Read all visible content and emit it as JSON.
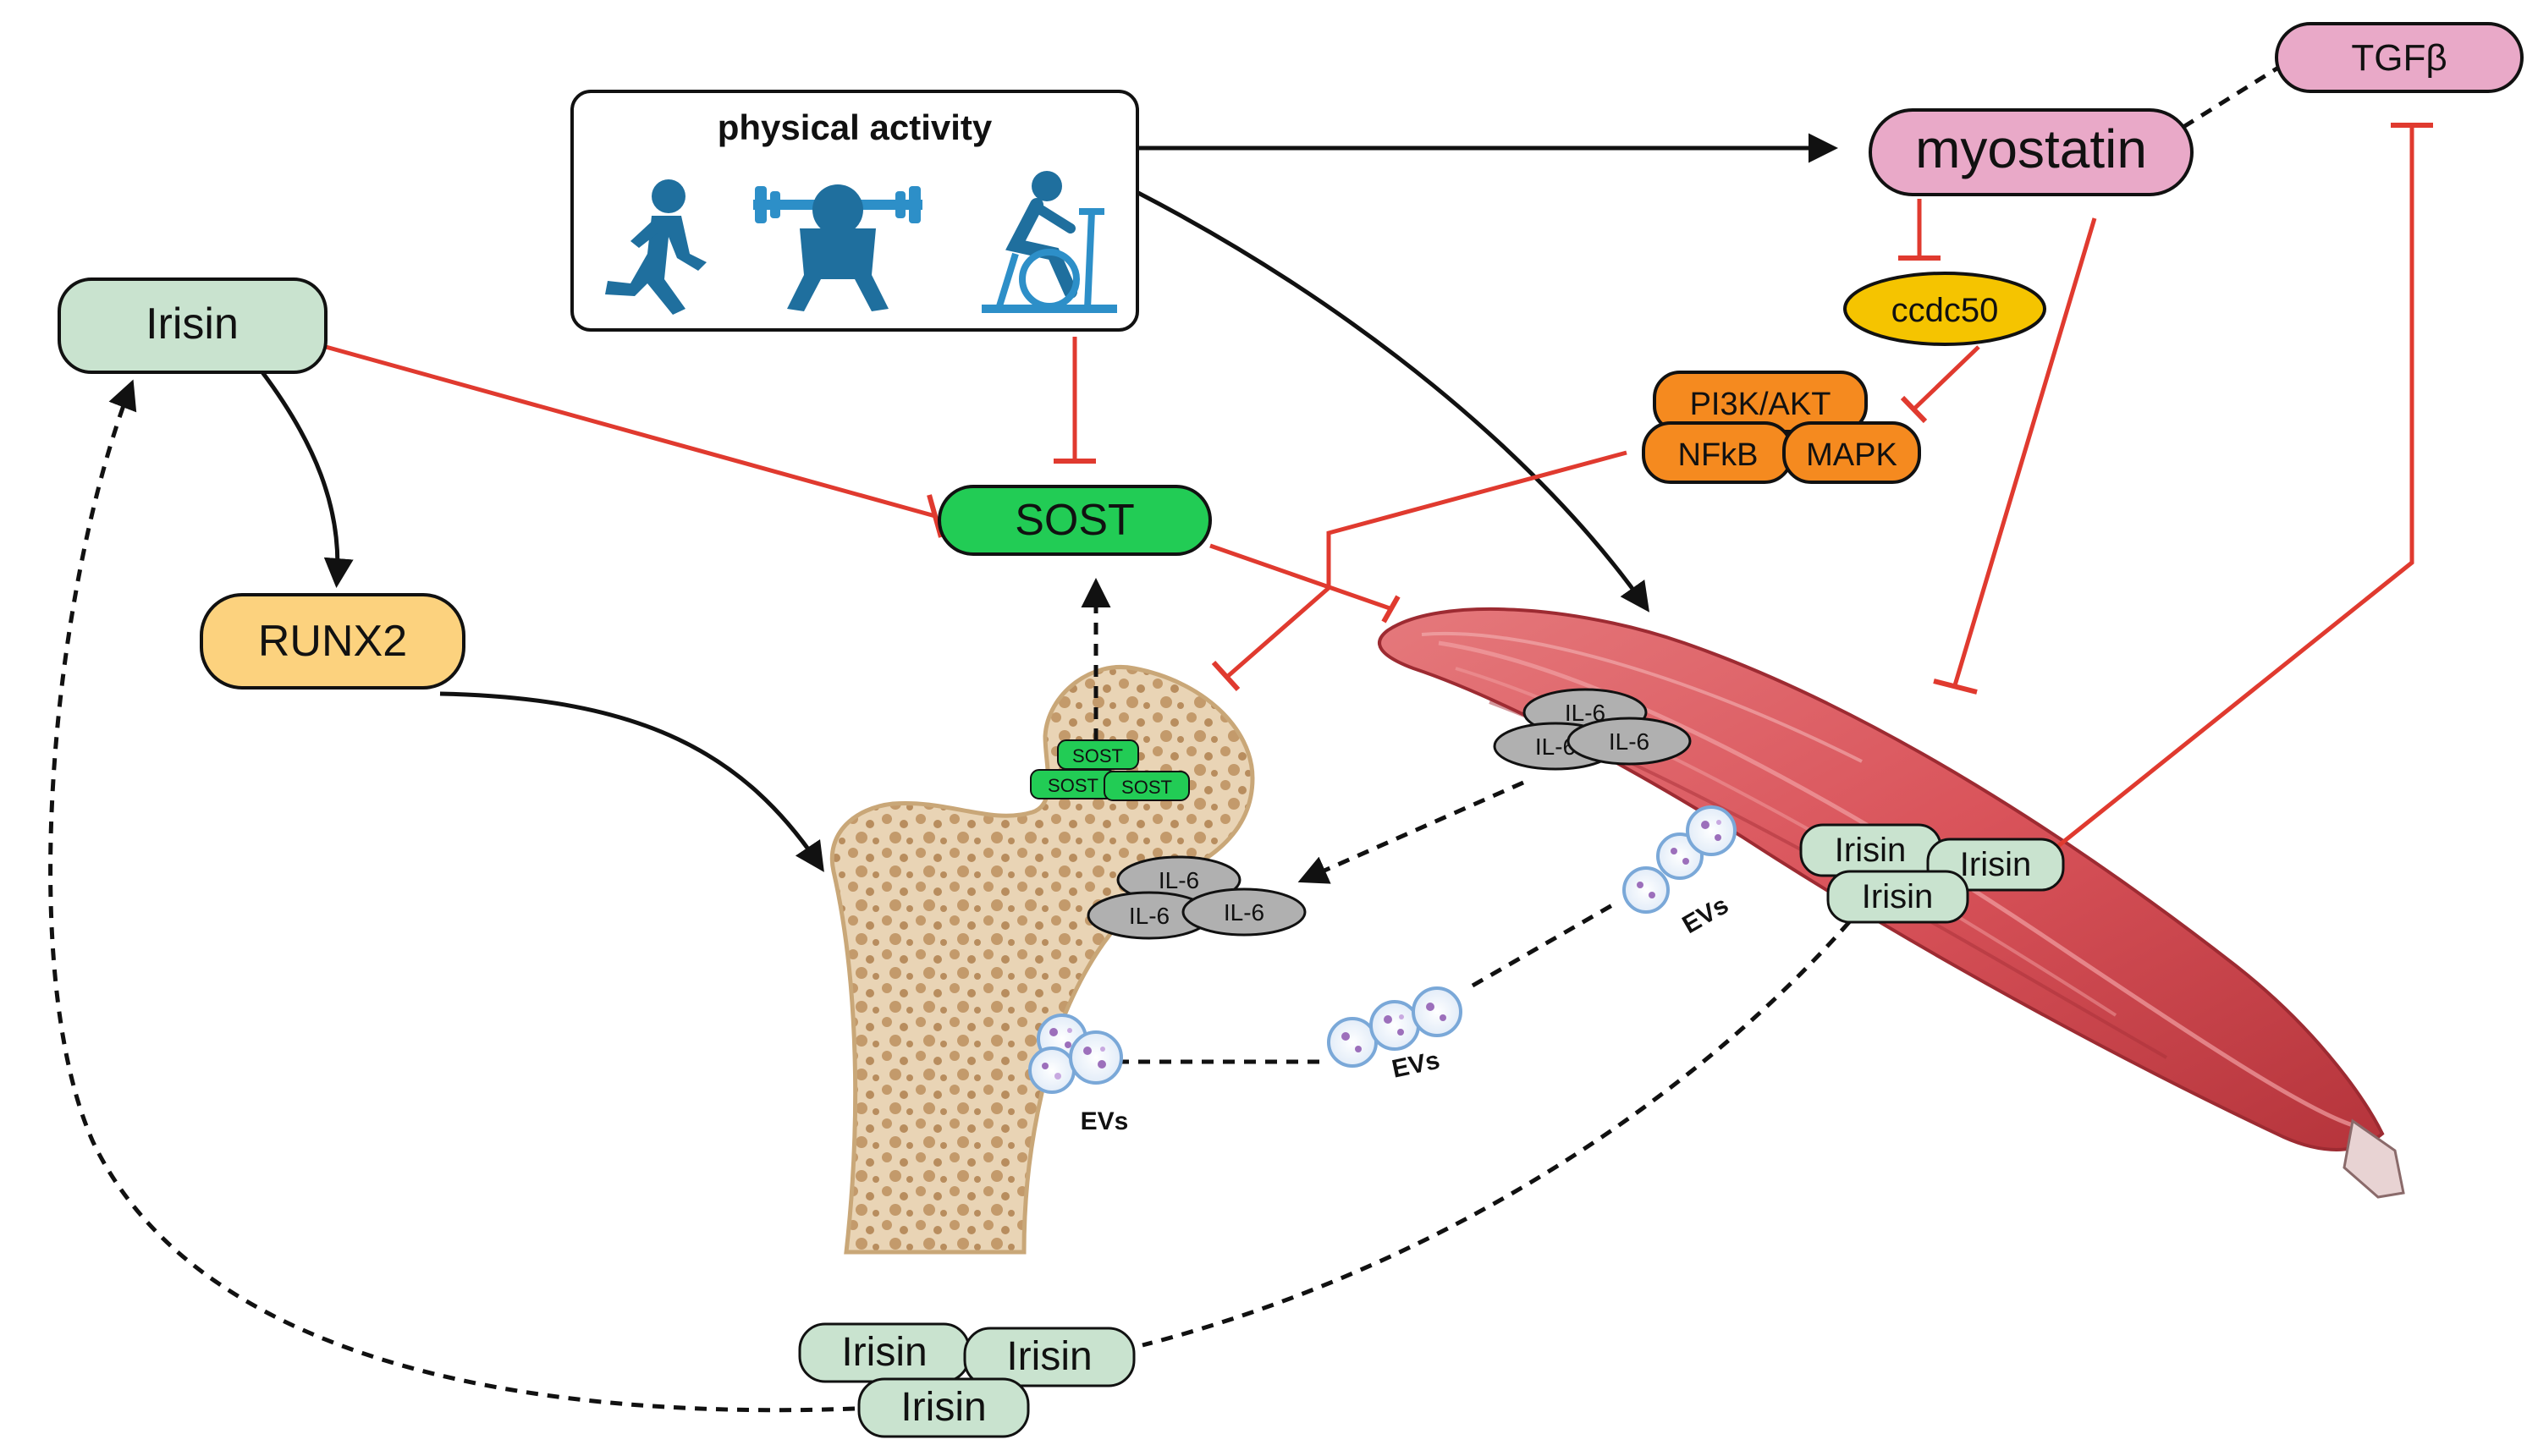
{
  "activity": {
    "title": "physical activity",
    "icons": [
      "running-icon",
      "weightlifting-icon",
      "cycling-icon"
    ]
  },
  "nodes": {
    "myostatin": "myostatin",
    "tgfb": "TGFβ",
    "irisin_top": "Irisin",
    "runx2": "RUNX2",
    "sost": "SOST",
    "ccdc50": "ccdc50",
    "pi3k": "PI3K/AKT",
    "nfkb": "NFkB",
    "mapk": "MAPK"
  },
  "bone": {
    "sost_labels": [
      "SOST",
      "SOST",
      "SOST"
    ],
    "il6_labels": [
      "IL-6",
      "IL-6",
      "IL-6"
    ],
    "evs_label": "EVs"
  },
  "muscle": {
    "il6_labels": [
      "IL-6",
      "IL-6",
      "IL-6"
    ],
    "irisin_labels": [
      "Irisin",
      "Irisin",
      "Irisin"
    ],
    "evs_label": "EVs"
  },
  "middle_evs": {
    "label": "EVs"
  },
  "irisin_bottom": {
    "labels": [
      "Irisin",
      "Irisin",
      "Irisin"
    ]
  },
  "colors": {
    "green_node": "#c9e3cf",
    "sost_green": "#22cc55",
    "myostatin_pink": "#e9a9c8",
    "runx2_yellow": "#fcd27e",
    "ccdc50_gold": "#f5c400",
    "pathway_orange": "#f58a1f",
    "il6_gray": "#b0b0b0",
    "inhibit_red": "#e03a2f",
    "bone_beige": "#e9d4b5",
    "muscle_red": "#d9535a",
    "icon_blue": "#2d8fc8"
  }
}
